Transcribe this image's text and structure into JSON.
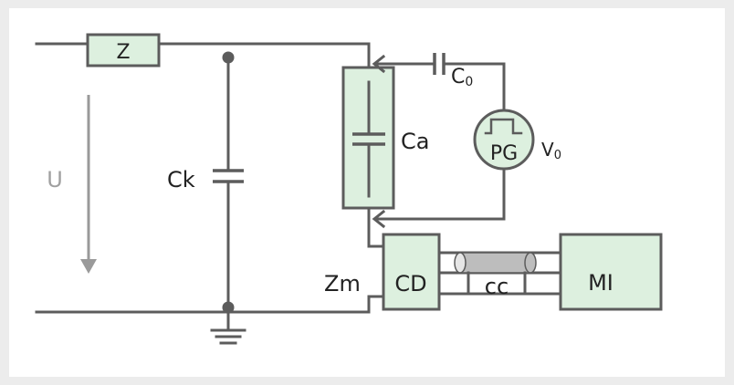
{
  "components": {
    "impedance": "Z",
    "coupling_capacitor": "Ck",
    "test_object": "Ca",
    "calibration_capacitor": "C",
    "calibration_capacitor_sub": "0",
    "pulse_generator": "PG",
    "pulse_voltage": "V",
    "pulse_voltage_sub": "0",
    "measuring_impedance": "Zm",
    "coupling_device": "CD",
    "connecting_cable": "cc",
    "measuring_instrument": "MI",
    "voltage": "U"
  },
  "colors": {
    "component_fill": "#ddf0df",
    "wire": "#5c5c5c",
    "voltage_arrow": "#9a9a9a",
    "frame_background": "#ececec"
  }
}
